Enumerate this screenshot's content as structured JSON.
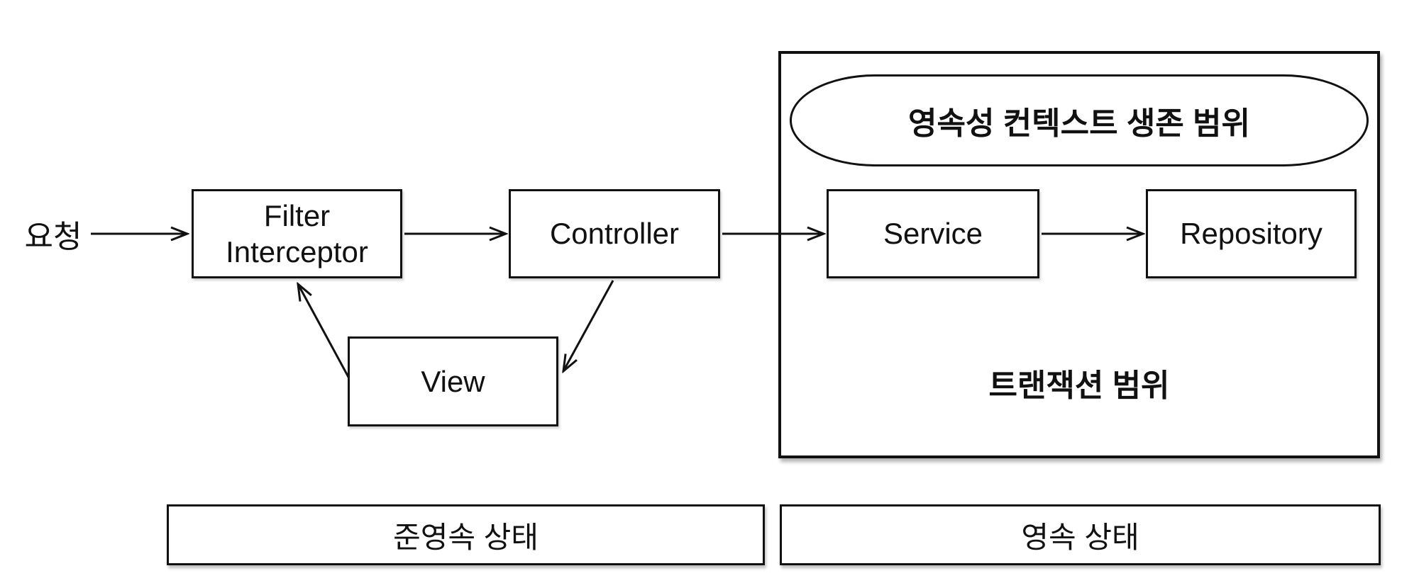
{
  "diagram": {
    "request_label": "요청",
    "boxes": {
      "filter": "Filter\nInterceptor",
      "controller": "Controller",
      "view": "View",
      "service": "Service",
      "repository": "Repository"
    },
    "scopes": {
      "persistence_context": "영속성 컨텍스트 생존 범위",
      "transaction": "트랜잭션 범위"
    },
    "states": {
      "detached": "준영속 상태",
      "persistent": "영속 상태"
    },
    "colors": {
      "stroke": "#111111",
      "background": "#ffffff"
    }
  }
}
